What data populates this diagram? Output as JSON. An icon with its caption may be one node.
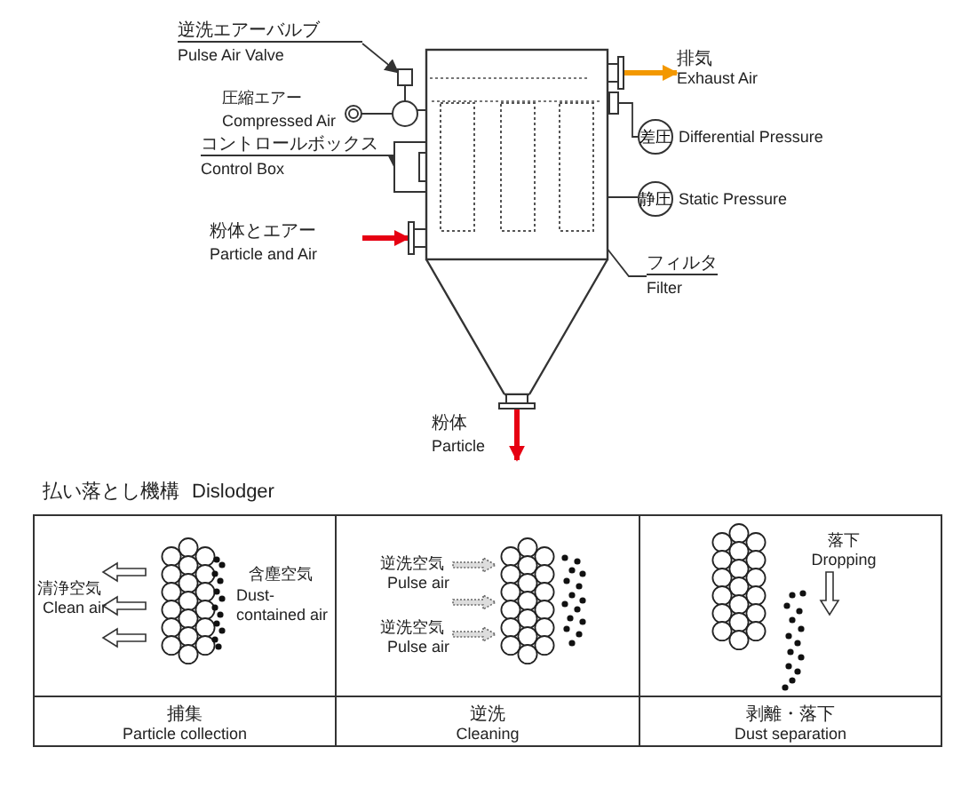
{
  "diagram": {
    "nodes": [
      {
        "text": [
          "逆洗エアーバルブ",
          "Pulse Air Valve"
        ]
      },
      {
        "text": [],
        "shape": "box"
      },
      {
        "text": [
          "コントロールボックス",
          "Control Box"
        ]
      },
      {
        "text": [],
        "shape": "box"
      },
      {
        "text": [],
        "shape": "box"
      },
      {
        "text": [],
        "shape": "box"
      },
      {
        "text": [],
        "shape": "box"
      },
      {
        "text": [
          "差圧"
        ],
        "beside": [
          "Differential Pressure"
        ]
      },
      {
        "text": [
          "静圧"
        ],
        "beside": [
          "Static Pressure"
        ]
      },
      {
        "text": [
          "フィルタ",
          "Filter"
        ]
      },
      {
        "text": [],
        "shape": "box",
        "in": 6
      },
      {
        "text": [],
        "shape": "box"
      },
      {
        "text": [],
        "shape": "box"
      },
      {
        "text": [
          "排気",
          "Exhaust Air"
        ]
      }
    ],
    "edges": [
      {
        "from": 0,
        "to": 1,
        "arrow": "to"
      },
      {
        "from": 2,
        "to": 3,
        "arrow": "to"
      },
      {
        "from": null,
        "to": 4,
        "arrow": "to",
        "style": "thick",
        "color": "#e60012"
      },
      {
        "from": 5,
        "to": 13,
        "arrow": "to",
        "style": "thick",
        "color": "#f39800"
      },
      {
        "from": 12,
        "to": 7,
        "arrow": "none"
      },
      {
        "from": 6,
        "to": 8,
        "arrow": "none"
      },
      {
        "from": 9,
        "to": 10,
        "arrow": "to"
      },
      {
        "from": 11,
        "to": null,
        "arrow": "to",
        "style": "thick",
        "color": "#e60012"
      }
    ],
    "labels": [
      "圧縮エアー",
      "Compressed Air",
      "粉体とエアー",
      "Particle and Air",
      "粉体",
      "Particle",
      "払い落とし機構",
      "Dislodger",
      "清浄空気",
      "Clean air",
      "含塵空気",
      "Dust-contained air",
      "逆洗空気",
      "Pulse air",
      "逆洗空気",
      "Pulse air",
      "落下",
      "Dropping",
      "捕集",
      "Particle collection",
      "逆洗",
      "Cleaning",
      "剥離・落下",
      "Dust separation"
    ]
  }
}
